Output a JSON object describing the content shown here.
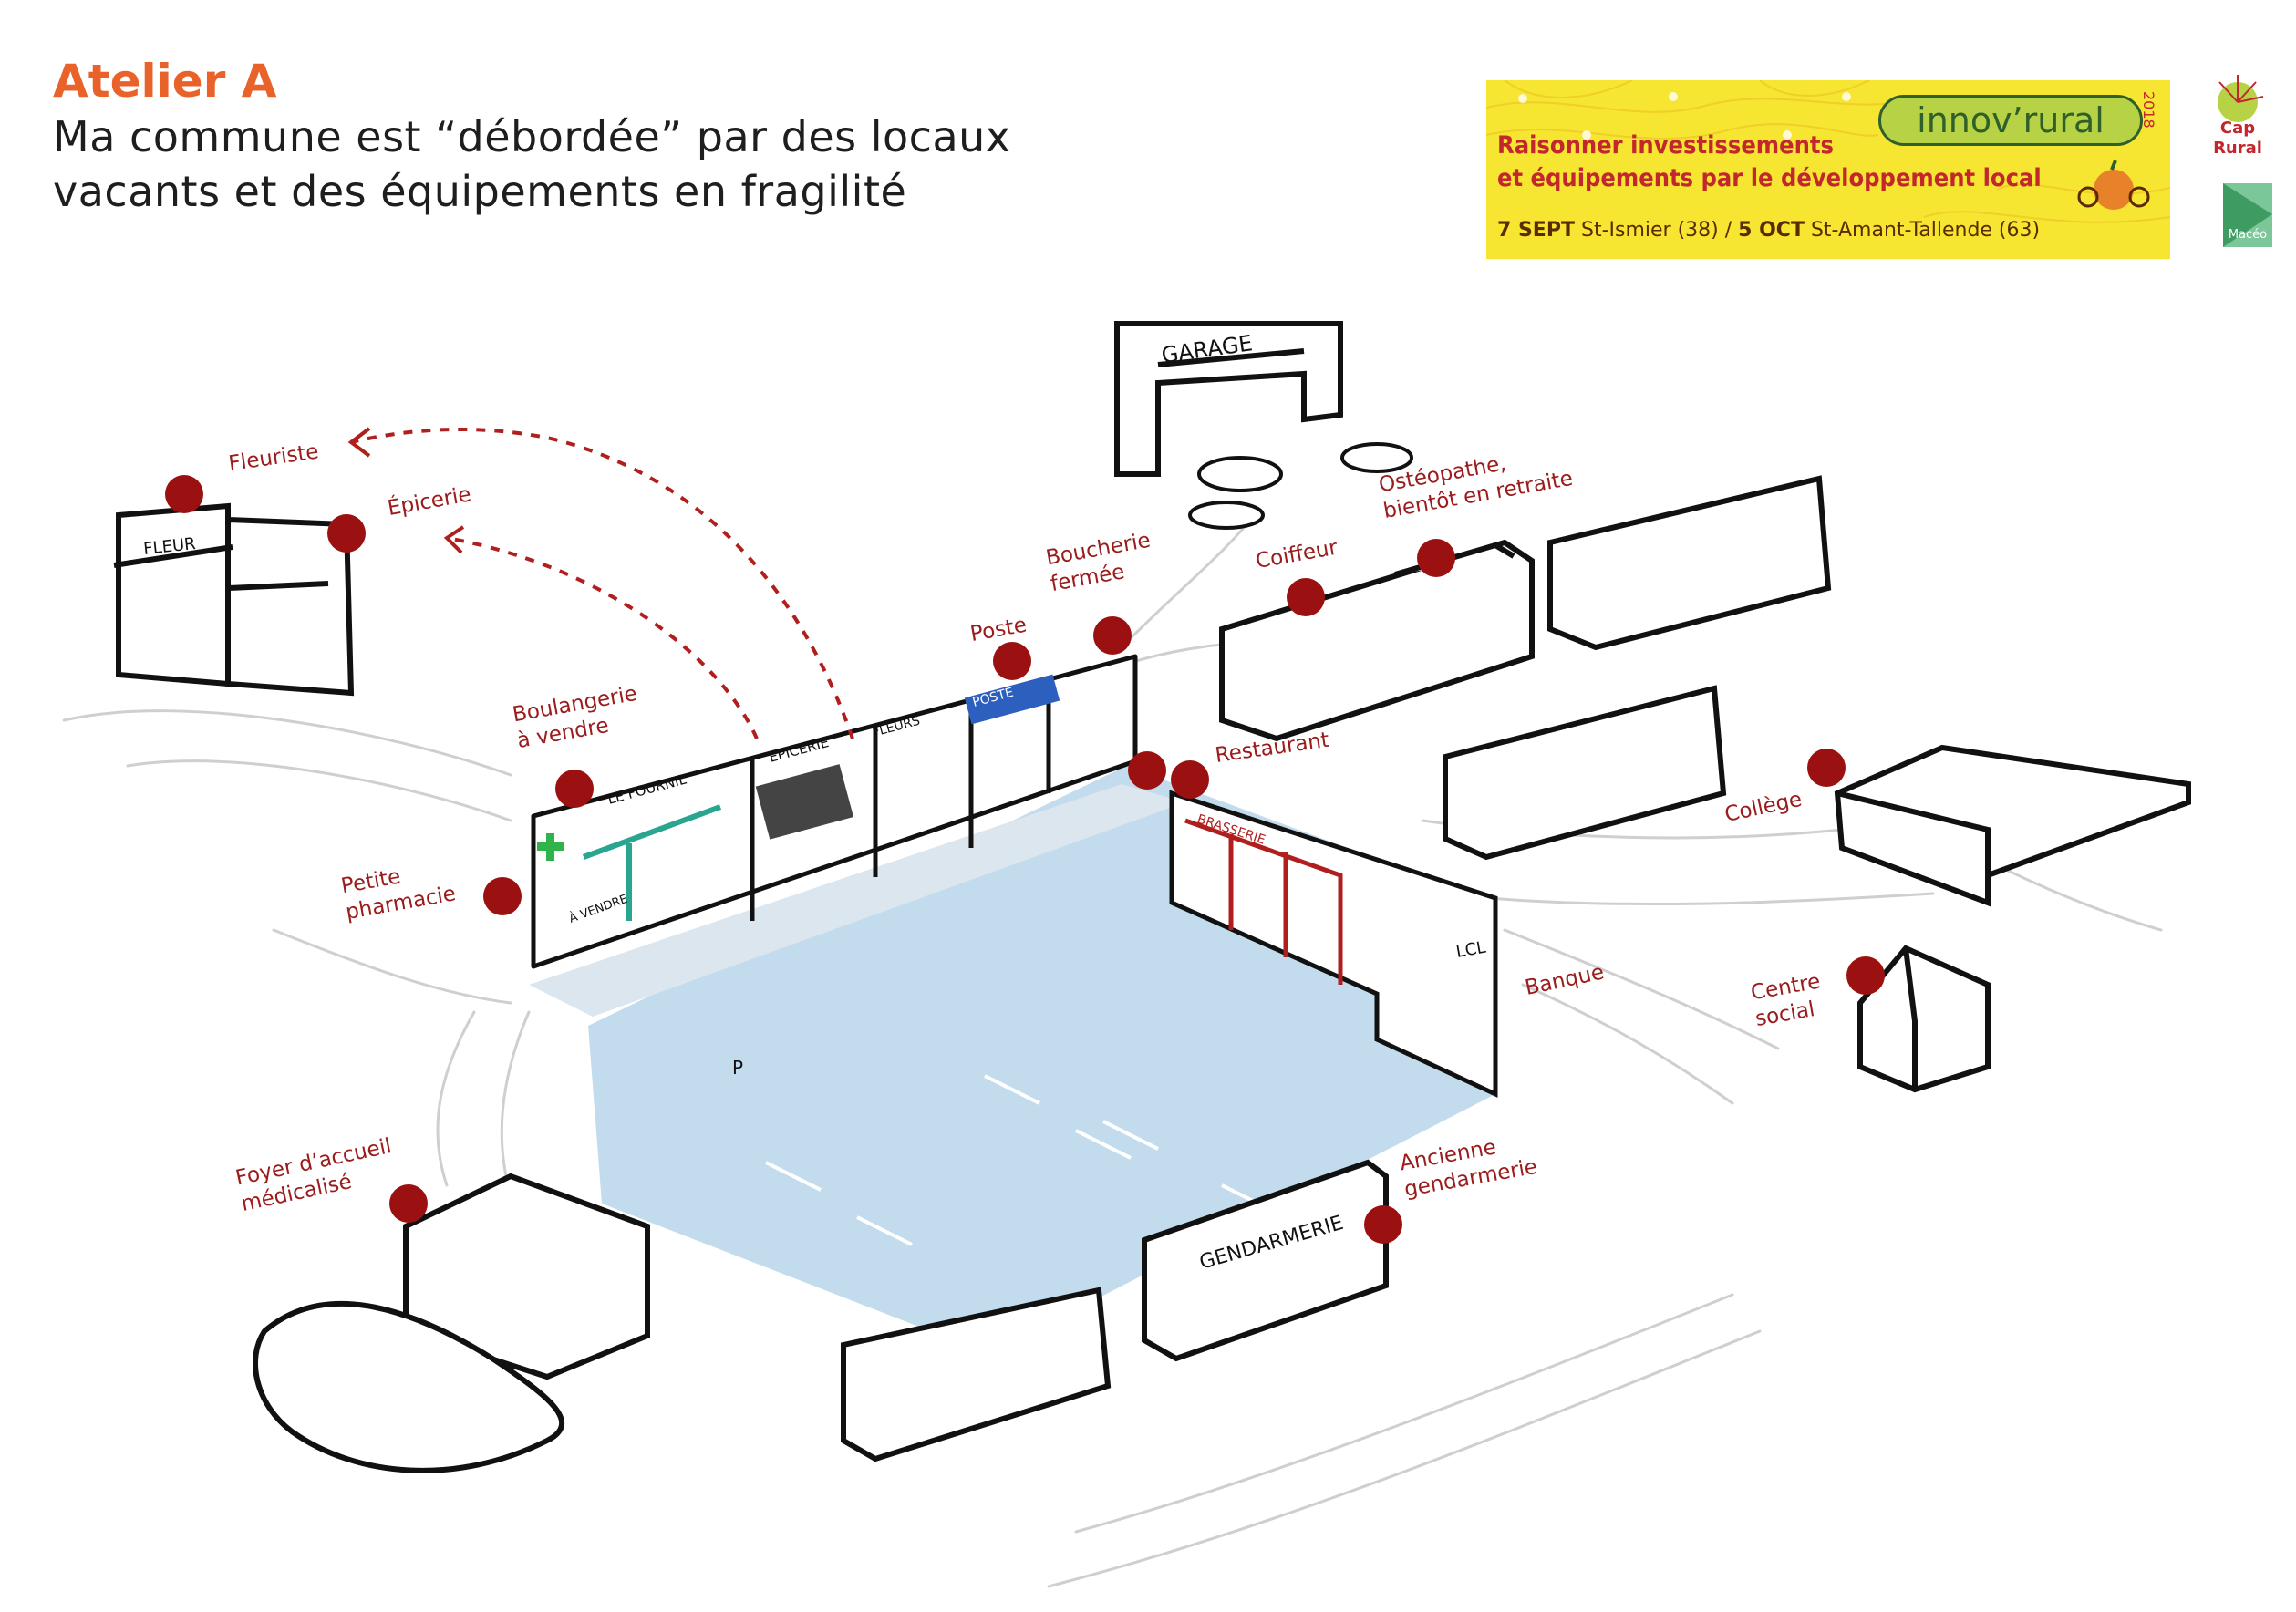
{
  "title": {
    "main": "Atelier A",
    "line1": "Ma commune est “débordée” par des locaux",
    "line2": "vacants et des équipements en fragilité"
  },
  "banner": {
    "brand": "innov’rural",
    "year": "2018",
    "line1": "Raisonner investissements",
    "line2": "et équipements par le développement local",
    "date1_day": "7 SEPT",
    "date1_place": " St-Ismier (38)",
    "separator": " / ",
    "date2_day": "5 OCT",
    "date2_place": " St-Amant-Tallende (63)"
  },
  "partners": {
    "cap_rural": "Cap Rural",
    "macro": "Macéo"
  },
  "shop_signs": {
    "fleurs_top": "FLEUR",
    "fleurs_square": "FLEURS",
    "epicerie": "EPICERIE",
    "poste": "POSTE",
    "le_fournil": "LE FOURNIL",
    "a_vendre": "À VENDRE",
    "garage": "GARAGE",
    "brasserie": "BRASSERIE",
    "gendarmerie": "GENDARMERIE",
    "lcl": "LCL",
    "parking": "P"
  },
  "labels": {
    "fleuriste": "Fleuriste",
    "epicerie": "Épicerie",
    "poste": "Poste",
    "boucherie_1": "Boucherie",
    "boucherie_2": "fermée",
    "coiffeur": "Coiffeur",
    "osteo_1": "Ostéopathe,",
    "osteo_2": "bientôt en retraite",
    "boulangerie_1": "Boulangerie",
    "boulangerie_2": "à vendre",
    "restaurant": "Restaurant",
    "college": "Collège",
    "pharmacie_1": "Petite",
    "pharmacie_2": "pharmacie",
    "banque": "Banque",
    "centre_1": "Centre",
    "centre_2": "social",
    "foyer_1": "Foyer d’accueil",
    "foyer_2": "médicalisé",
    "gendarmerie_1": "Ancienne",
    "gendarmerie_2": "gendarmerie"
  },
  "colors": {
    "marker": "#9b1111",
    "label": "#9b1c1c",
    "title_accent": "#e8622a",
    "banner_bg": "#f6e531",
    "square_water": "#b9d6ea"
  }
}
